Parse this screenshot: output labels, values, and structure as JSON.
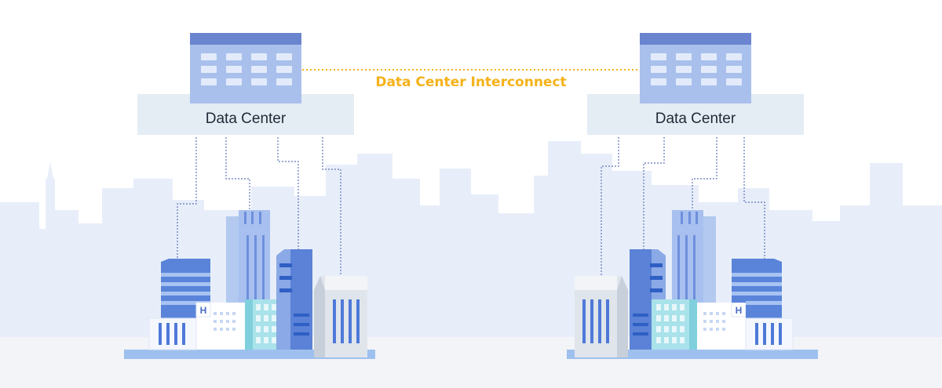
{
  "diagram": {
    "interconnect_label": "Data Center Interconnect",
    "data_centers": [
      {
        "id": "left",
        "label": "Data Center"
      },
      {
        "id": "right",
        "label": "Data Center"
      }
    ],
    "building_letter": "H"
  },
  "colors": {
    "accent": "#f5b21a",
    "dc_panel": "#e4ecf4",
    "rack_header": "#6a84cf",
    "rack_body": "#a9c0ec",
    "rack_slot": "#e3ebfb",
    "skyline": "#e8eef9",
    "ground": "#f3f4f8",
    "link": "#5d74b8"
  }
}
